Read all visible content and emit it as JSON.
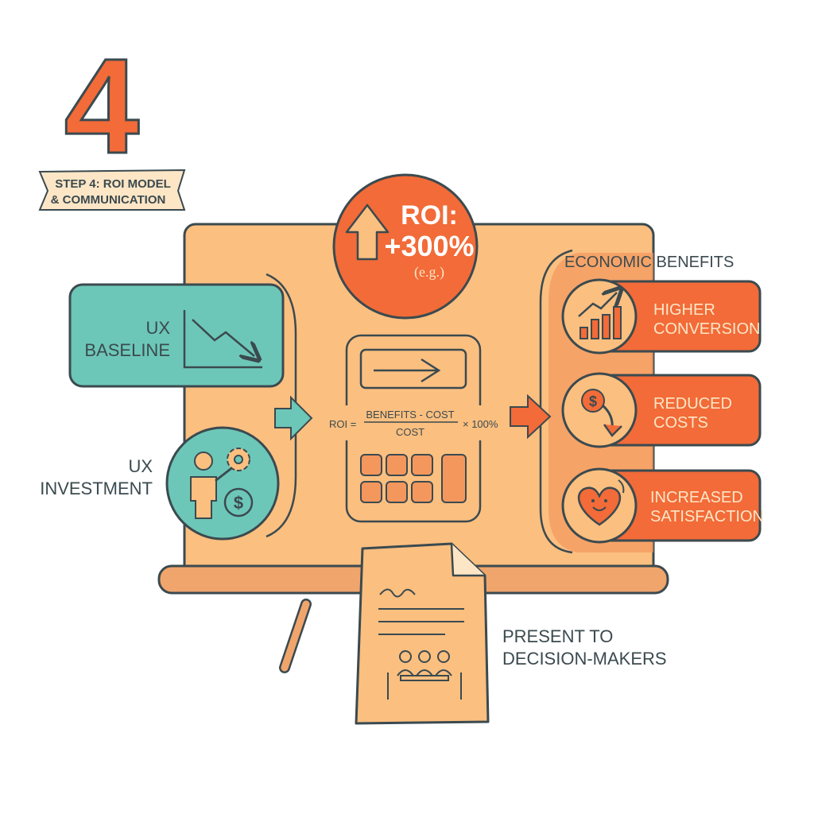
{
  "step": {
    "number": "4",
    "banner_line1": "STEP 4: ROI MODEL",
    "banner_line2": "& COMMUNICATION"
  },
  "roi": {
    "label": "ROI:",
    "value": "+300%",
    "note": "(e.g.)"
  },
  "formula": {
    "lhs": "ROI =",
    "numerator": "BENEFITS - COST",
    "denominator": "COST",
    "multiplier": "× 100%"
  },
  "inputs": {
    "baseline_line1": "UX",
    "baseline_line2": "BASELINE",
    "investment_line1": "UX",
    "investment_line2": "INVESTMENT"
  },
  "benefits": {
    "heading": "ECONOMIC BENEFITS",
    "items": [
      {
        "line1": "HIGHER",
        "line2": "CONVERSION",
        "icon": "growth-chart-icon"
      },
      {
        "line1": "REDUCED",
        "line2": "COSTS",
        "icon": "dollar-down-icon"
      },
      {
        "line1": "INCREASED",
        "line2": "SATISFACTION",
        "icon": "smiling-heart-icon"
      }
    ]
  },
  "output": {
    "line1": "PRESENT TO",
    "line2": "DECISION-MAKERS"
  },
  "colors": {
    "orange": "#f26b38",
    "board": "#fbbf80",
    "teal": "#6dc7b8",
    "ink": "#3b4a4f",
    "paper": "#fde6c6"
  }
}
